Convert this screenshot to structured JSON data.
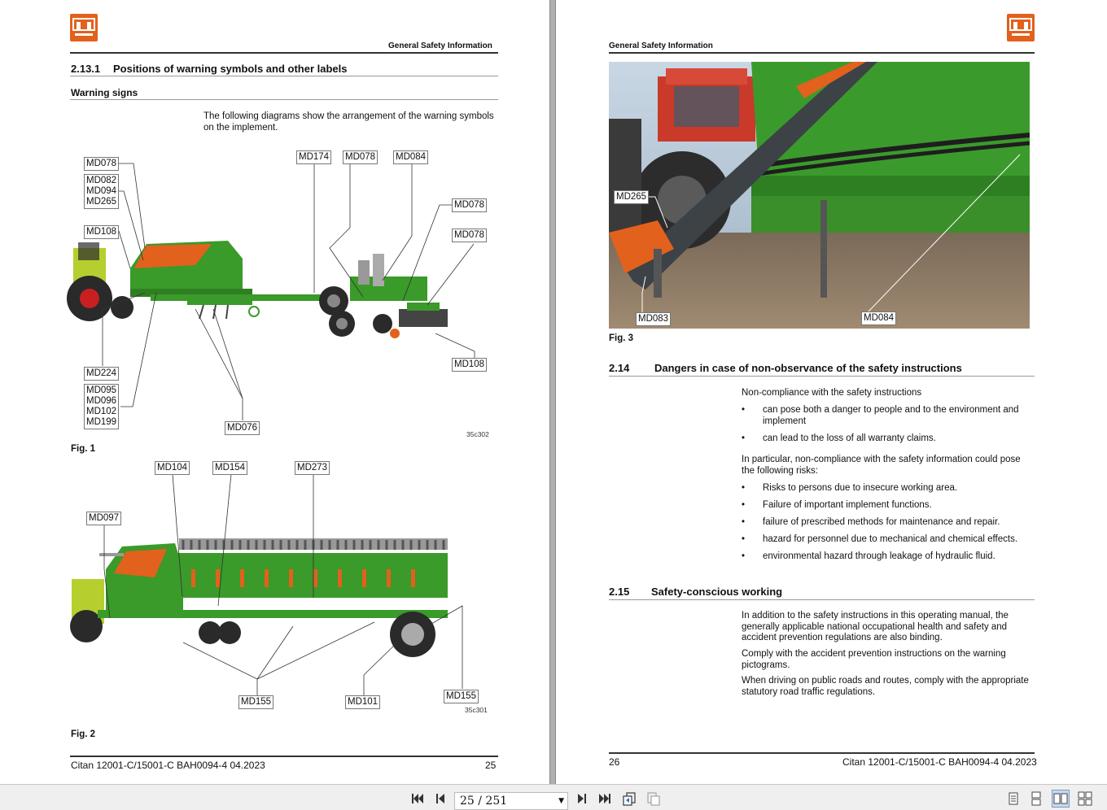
{
  "left_page": {
    "header": "General Safety Information",
    "section": {
      "number": "2.13.1",
      "title": "Positions of warning symbols and other labels"
    },
    "subheading": "Warning signs",
    "intro": "The following diagrams show the arrangement of the warning symbols on the implement.",
    "fig1": {
      "caption": "Fig. 1",
      "code": "35c302",
      "labels": {
        "md078_a": "MD078",
        "group_a": [
          "MD082",
          "MD094",
          "MD265"
        ],
        "md108_a": "MD108",
        "md174": "MD174",
        "md078_b": "MD078",
        "md084": "MD084",
        "md078_c": "MD078",
        "md078_d": "MD078",
        "md108_b": "MD108",
        "md224": "MD224",
        "group_b": [
          "MD095",
          "MD096",
          "MD102",
          "MD199"
        ],
        "md076": "MD076"
      }
    },
    "fig2": {
      "caption": "Fig. 2",
      "code": "35c301",
      "labels": {
        "md104": "MD104",
        "md154": "MD154",
        "md273": "MD273",
        "md097": "MD097",
        "md155_a": "MD155",
        "md101": "MD101",
        "md155_b": "MD155"
      }
    },
    "footer": {
      "doc": "Citan 12001-C/15001-C  BAH0094-4  04.2023",
      "page": "25"
    }
  },
  "right_page": {
    "header": "General Safety Information",
    "fig3": {
      "caption": "Fig. 3",
      "labels": {
        "md265": "MD265",
        "md083": "MD083",
        "md084": "MD084"
      }
    },
    "section_214": {
      "number": "2.14",
      "title": "Dangers in case of non-observance of the safety instructions",
      "intro": "Non-compliance with the safety instructions",
      "bullets1": [
        "can pose both a danger to people and to the environment and implement",
        "can lead to the loss of all warranty claims."
      ],
      "para2": "In particular, non-compliance with the safety information could pose the following risks:",
      "bullets2": [
        "Risks to persons due to insecure working area.",
        "Failure of important implement functions.",
        "failure of prescribed methods for maintenance and repair.",
        "hazard for personnel due to mechanical and chemical effects.",
        "environmental hazard through leakage of hydraulic fluid."
      ]
    },
    "section_215": {
      "number": "2.15",
      "title": "Safety-conscious working",
      "p1": "In addition to the safety instructions in this operating manual, the generally applicable national occupational health and safety and accident prevention regulations are also binding.",
      "p2": "Comply with the accident prevention instructions on the warning pictograms.",
      "p3": "When driving on public roads and routes, comply with the appropriate statutory road traffic regulations."
    },
    "footer": {
      "page": "26",
      "doc": "Citan 12001-C/15001-C  BAH0094-4  04.2023"
    }
  },
  "toolbar": {
    "page_indicator": "25 / 251",
    "icons": [
      "first-page-icon",
      "previous-page-icon",
      "next-page-icon",
      "last-page-icon",
      "go-back-icon",
      "go-forward-icon",
      "single-page-view-icon",
      "continuous-view-icon",
      "two-page-view-icon",
      "two-page-continuous-view-icon"
    ]
  },
  "colors": {
    "brand_orange": "#e2611d",
    "machine_green": "#3a9a2a",
    "background": "#9a9a9a"
  }
}
